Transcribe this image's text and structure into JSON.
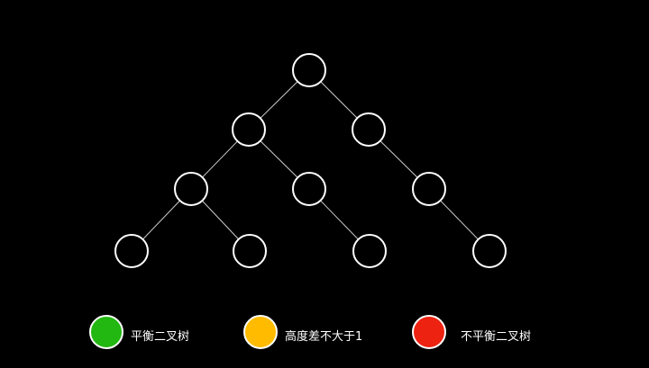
{
  "diagram": {
    "type": "binary-tree",
    "colors": {
      "background": "#000000",
      "node_stroke": "#ffffff",
      "node_fill": "#000000",
      "edge": "#cccccc"
    },
    "nodes": [
      {
        "id": "n1"
      },
      {
        "id": "n2"
      },
      {
        "id": "n3"
      },
      {
        "id": "n4"
      },
      {
        "id": "n5"
      },
      {
        "id": "n6"
      },
      {
        "id": "n7"
      },
      {
        "id": "n8"
      },
      {
        "id": "n9"
      },
      {
        "id": "n10"
      }
    ],
    "edges": [
      {
        "from": "n1",
        "to": "n2"
      },
      {
        "from": "n1",
        "to": "n3"
      },
      {
        "from": "n2",
        "to": "n4"
      },
      {
        "from": "n2",
        "to": "n5"
      },
      {
        "from": "n3",
        "to": "n6"
      },
      {
        "from": "n4",
        "to": "n7"
      },
      {
        "from": "n4",
        "to": "n8"
      },
      {
        "from": "n5",
        "to": "n9"
      },
      {
        "from": "n6",
        "to": "n10"
      }
    ]
  },
  "legend": {
    "items": [
      {
        "label": "平衡二叉树",
        "color": "#22b711"
      },
      {
        "label": "高度差不大于1",
        "color": "#ffbb00"
      },
      {
        "label": "不平衡二叉树",
        "color": "#ee2211"
      }
    ]
  }
}
